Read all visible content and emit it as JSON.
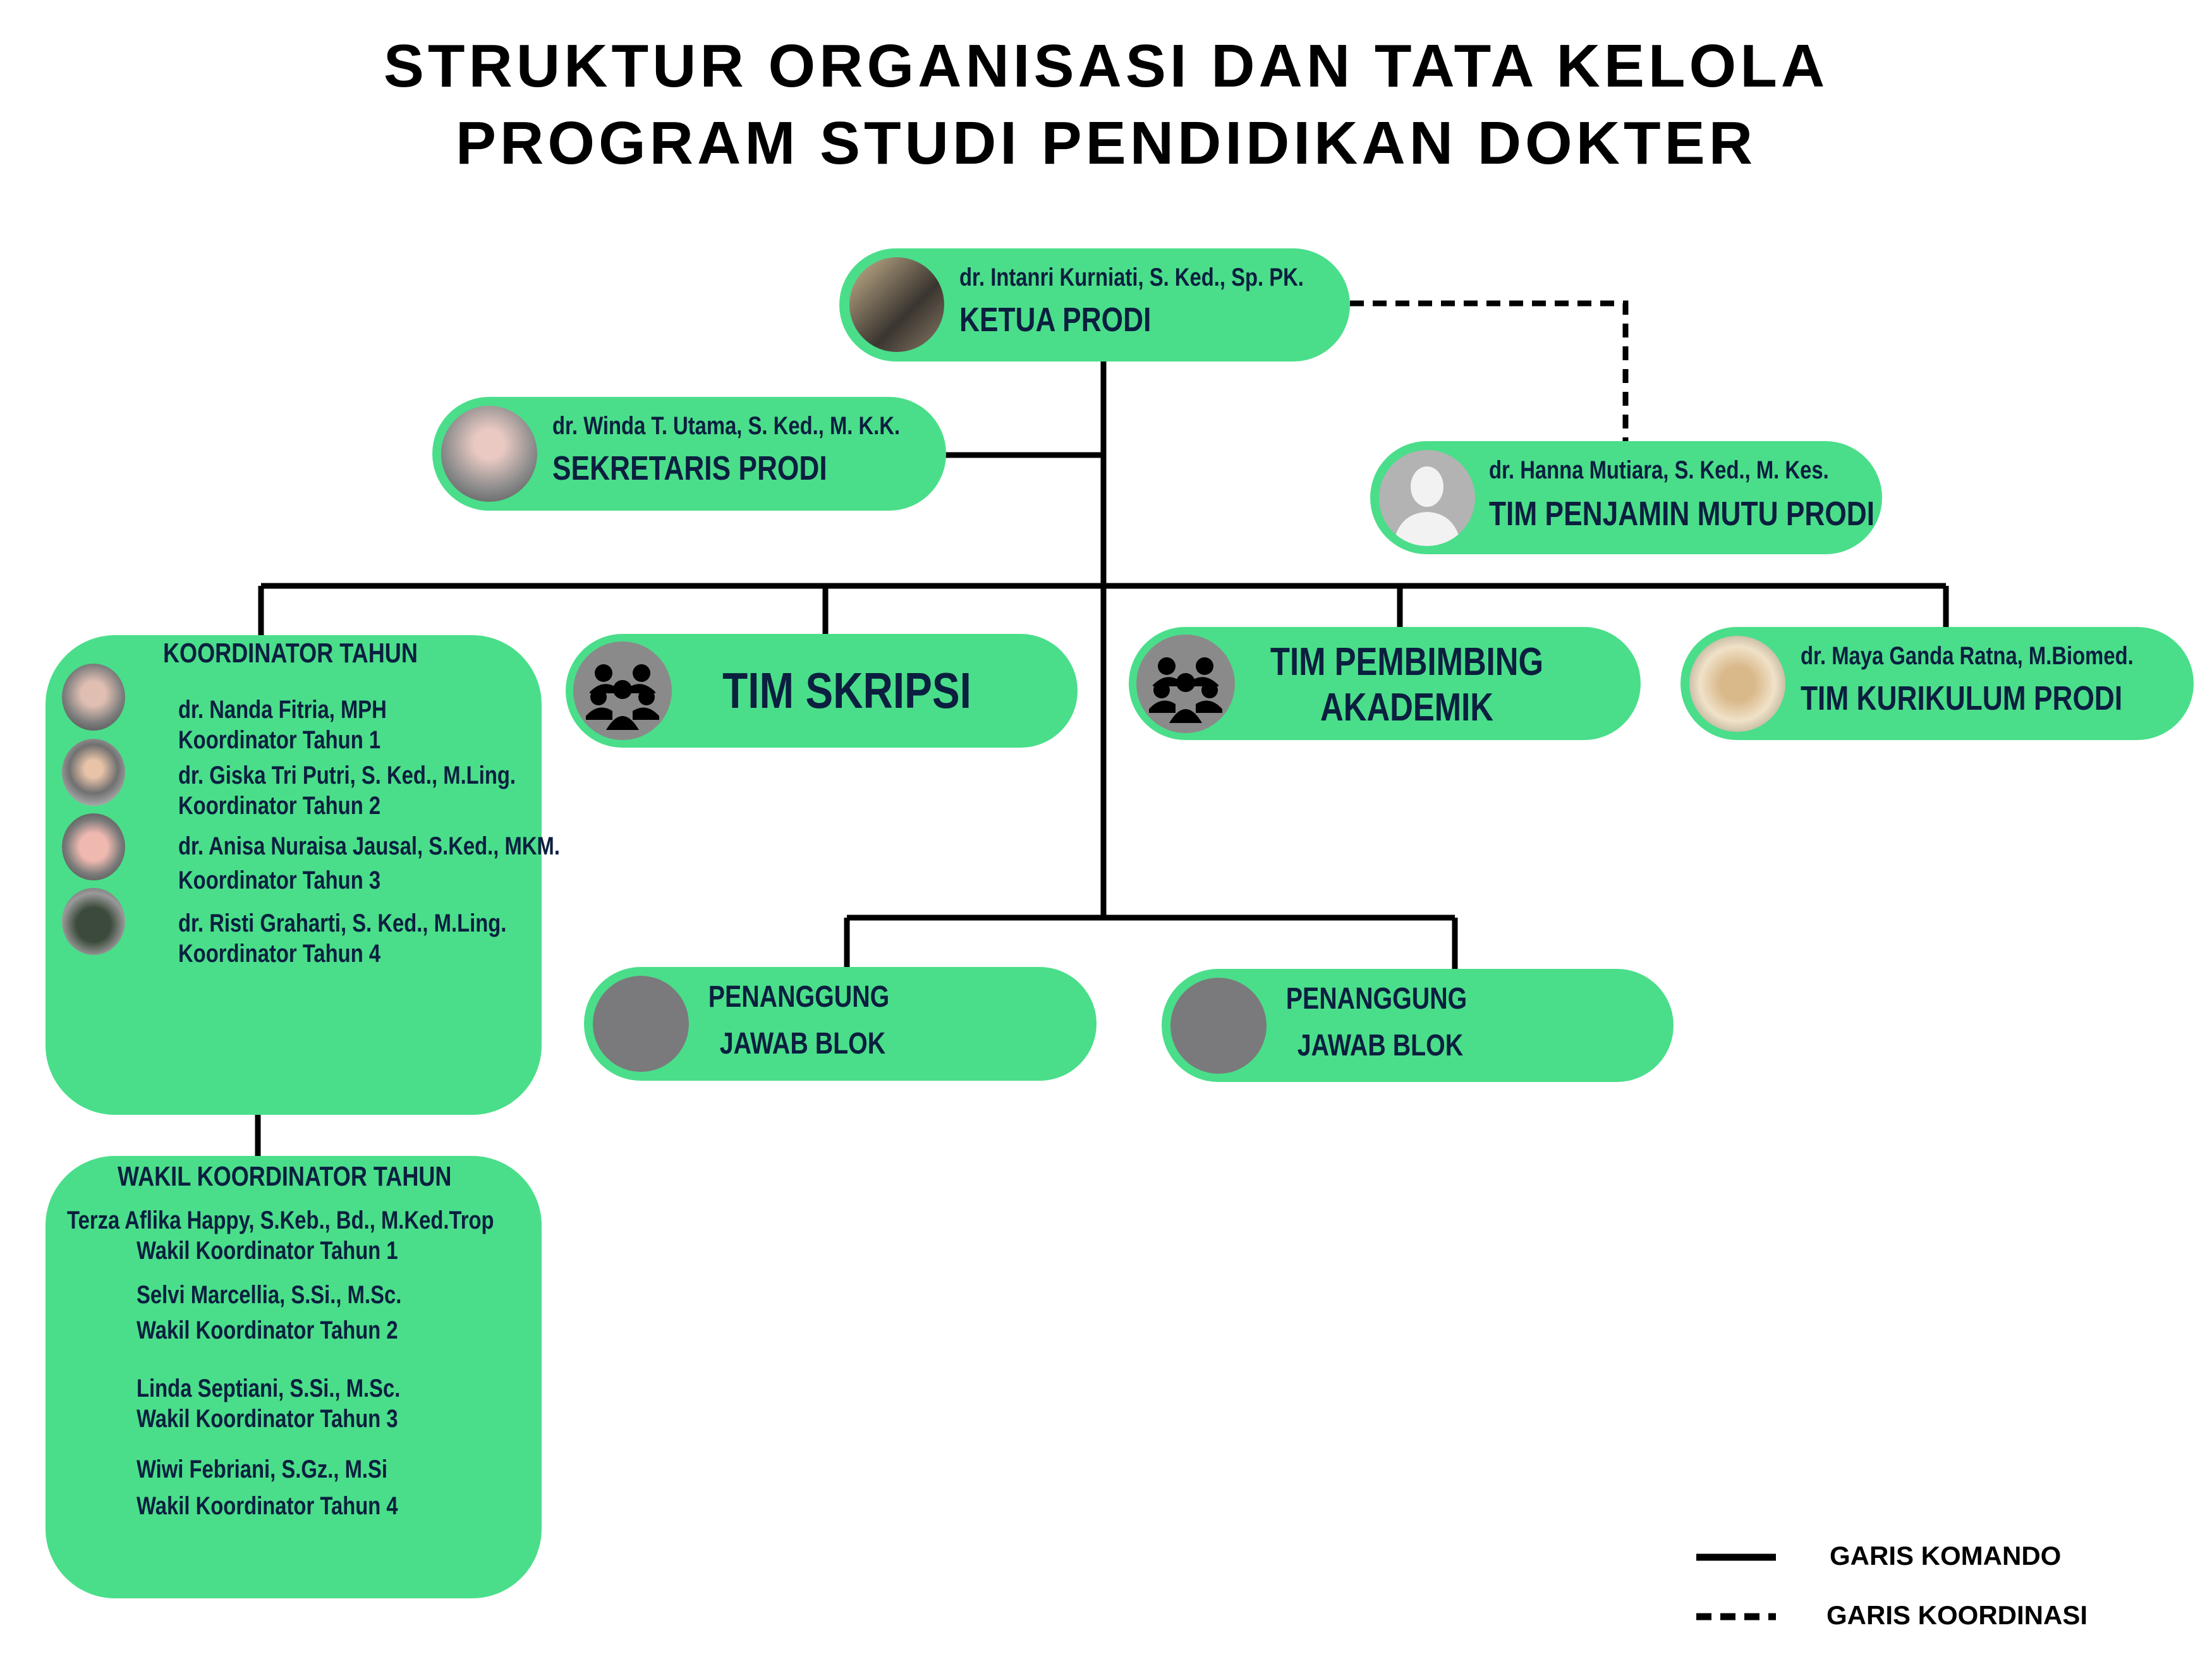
{
  "title": {
    "line1": "STRUKTUR ORGANISASI DAN TATA KELOLA",
    "line2": "PROGRAM STUDI PENDIDIKAN DOKTER"
  },
  "ketua": {
    "name": "dr. Intanri Kurniati, S. Ked., Sp. PK.",
    "role": "KETUA PRODI"
  },
  "sekretaris": {
    "name": "dr. Winda T. Utama, S. Ked., M. K.K.",
    "role": "SEKRETARIS PRODI"
  },
  "penjamin_mutu": {
    "name": "dr. Hanna Mutiara, S. Ked., M. Kes.",
    "role": "TIM PENJAMIN MUTU PRODI"
  },
  "koordinator": {
    "heading": "KOORDINATOR TAHUN",
    "members": [
      {
        "name": "dr. Nanda Fitria, MPH",
        "role": "Koordinator Tahun 1"
      },
      {
        "name": "dr. Giska Tri Putri, S. Ked., M.Ling.",
        "role": "Koordinator Tahun 2"
      },
      {
        "name": "dr. Anisa Nuraisa Jausal, S.Ked., MKM.",
        "role": "Koordinator Tahun 3"
      },
      {
        "name": "dr. Risti Graharti, S. Ked., M.Ling.",
        "role": "Koordinator Tahun 4"
      }
    ]
  },
  "wakil": {
    "heading": "WAKIL KOORDINATOR TAHUN",
    "members": [
      {
        "name": "Terza Aflika Happy, S.Keb., Bd., M.Ked.Trop",
        "role": "Wakil Koordinator Tahun 1"
      },
      {
        "name": "Selvi Marcellia, S.Si., M.Sc.",
        "role": "Wakil Koordinator Tahun 2"
      },
      {
        "name": "Linda Septiani, S.Si., M.Sc.",
        "role": "Wakil Koordinator Tahun 3"
      },
      {
        "name": "Wiwi Febriani, S.Gz., M.Si",
        "role": "Wakil Koordinator Tahun 4"
      }
    ]
  },
  "tim_skripsi": {
    "label": "TIM SKRIPSI"
  },
  "tim_pembimbing": {
    "line1": "TIM PEMBIMBING",
    "line2": "AKADEMIK"
  },
  "kurikulum": {
    "name": "dr. Maya Ganda Ratna, M.Biomed.",
    "role": "TIM KURIKULUM PRODI"
  },
  "pj_blok": [
    {
      "line1": "PENANGGUNG",
      "line2": "JAWAB BLOK"
    },
    {
      "line1": "PENANGGUNG",
      "line2": "JAWAB BLOK"
    }
  ],
  "legend": {
    "command": "GARIS KOMANDO",
    "coordination": "GARIS KOORDINASI"
  },
  "colors": {
    "box": "#4ade8a",
    "text": "#0b1f3f",
    "line": "#000000"
  }
}
